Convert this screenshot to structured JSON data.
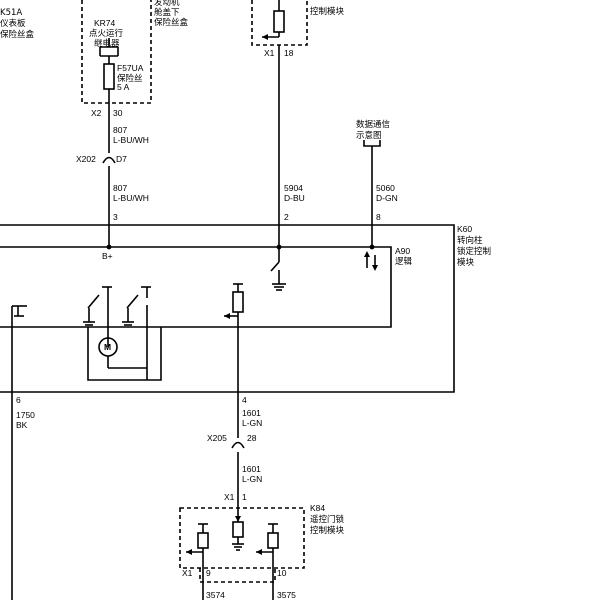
{
  "blocks": {
    "fuse_box_dash": {
      "lines": [
        "K51A",
        "仪表板",
        "保险丝盒"
      ]
    },
    "relay_kr74": {
      "lines": [
        "KR74",
        "点火运行",
        "继电器"
      ]
    },
    "fuse_f57ua": {
      "lines": [
        "F57UA",
        "保险丝",
        "5 A"
      ]
    },
    "fuse_box_under_hood": {
      "lines": [
        "发动机",
        "舱盖下",
        "保险丝盒"
      ]
    },
    "top_module": {
      "lines": [
        "控制模块"
      ]
    },
    "data_comm": {
      "lines": [
        "数据通信",
        "示意图"
      ]
    },
    "module_k60": {
      "lines": [
        "K60",
        "转向柱",
        "锁定控制",
        "模块"
      ]
    },
    "logic_a90": {
      "lines": [
        "A90",
        "逻辑"
      ]
    },
    "module_k84": {
      "lines": [
        "K84",
        "遥控门锁",
        "控制模块"
      ]
    }
  },
  "connectors": {
    "x2": "X2",
    "x2_pin": "30",
    "x202": "X202",
    "x202_pin": "D7",
    "x1_top": "X1",
    "x1_top_pin": "18",
    "x205": "X205",
    "x205_pin": "28",
    "x1_mid": "X1",
    "x1_mid_pin": "1",
    "x1_bot": "X1",
    "x1_bot_pin_left": "9",
    "x1_bot_pin_right": "10"
  },
  "wires": {
    "w807_a": {
      "circuit": "807",
      "color": "L-BU/WH"
    },
    "w807_b": {
      "circuit": "807",
      "color": "L-BU/WH"
    },
    "w5904": {
      "circuit": "5904",
      "color": "D-BU"
    },
    "w5060": {
      "circuit": "5060",
      "color": "D-GN"
    },
    "w1750": {
      "circuit": "1750",
      "color": "BK"
    },
    "w1601_a": {
      "circuit": "1601",
      "color": "L-GN"
    },
    "w1601_b": {
      "circuit": "1601",
      "color": "L-GN"
    },
    "w3574": {
      "circuit": "3574"
    },
    "w3575": {
      "circuit": "3575"
    }
  },
  "pins": {
    "p3": "3",
    "p2": "2",
    "p8": "8",
    "p6": "6",
    "p4": "4",
    "bplus": "B+"
  },
  "symbols": {
    "motor": "M"
  },
  "colors": {
    "line": "#000000",
    "background": "#ffffff"
  }
}
